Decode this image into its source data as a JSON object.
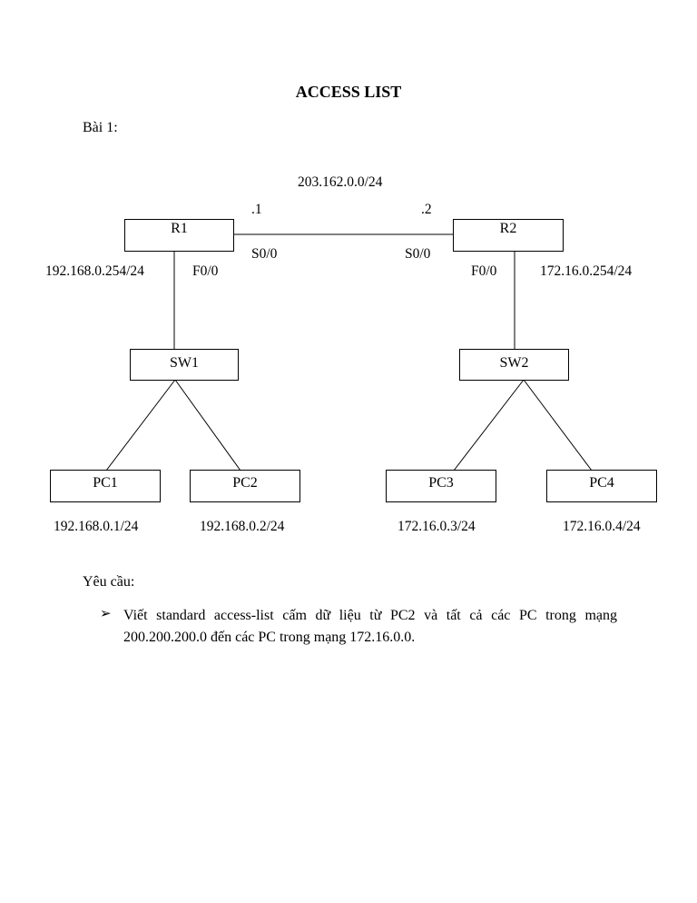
{
  "title": "ACCESS LIST",
  "subtitle": "Bài 1:",
  "diagram": {
    "network_wan": "203.162.0.0/24",
    "r1": {
      "name": "R1",
      "wan_ip": ".1",
      "serial": "S0/0",
      "fa": "F0/0",
      "lan": "192.168.0.254/24"
    },
    "r2": {
      "name": "R2",
      "wan_ip": ".2",
      "serial": "S0/0",
      "fa": "F0/0",
      "lan": "172.16.0.254/24"
    },
    "sw1": "SW1",
    "sw2": "SW2",
    "pcs": [
      {
        "name": "PC1",
        "ip": "192.168.0.1/24"
      },
      {
        "name": "PC2",
        "ip": "192.168.0.2/24"
      },
      {
        "name": "PC3",
        "ip": "172.16.0.3/24"
      },
      {
        "name": "PC4",
        "ip": "172.16.0.4/24"
      }
    ]
  },
  "requirements": {
    "heading": "Yêu cầu:",
    "bullet_icon": "arrow-bullet-icon",
    "items": [
      "Viết standard access-list cấm dữ liệu từ PC2 và tất cả các PC trong mạng 200.200.200.0 đến các PC trong mạng 172.16.0.0."
    ]
  }
}
